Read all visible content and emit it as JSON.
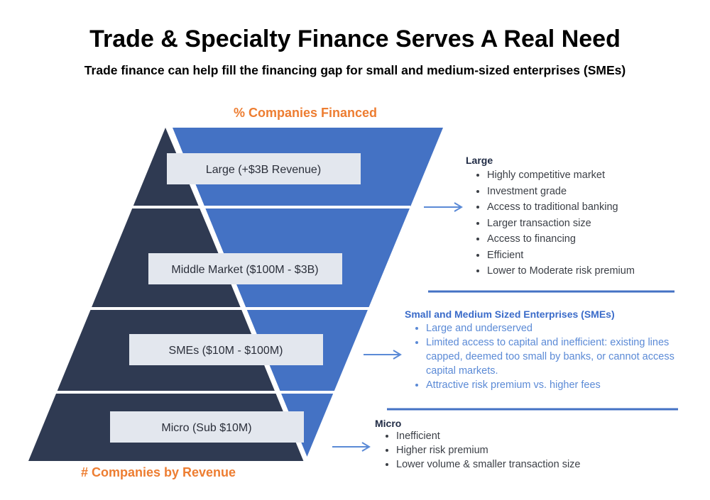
{
  "header": {
    "title": "Trade & Specialty Finance Serves A Real Need",
    "subtitle": "Trade finance can help fill the financing gap for small and medium-sized enterprises (SMEs)"
  },
  "diagram": {
    "top_label": "% Companies Financed",
    "bottom_label": "# Companies by Revenue",
    "tiers": [
      "Large (+$3B Revenue)",
      "Middle Market ($100M - $3B)",
      "SMEs ($10M - $100M)",
      "Micro (Sub $10M)"
    ],
    "colors": {
      "pyramid": "#2f3a52",
      "funnel": "#4472c4",
      "label_box": "#e3e7ee",
      "accent": "#ed7d31",
      "arrow": "#5b8ad6"
    }
  },
  "panels": {
    "large": {
      "heading": "Large",
      "items": [
        "Highly competitive market",
        "Investment grade",
        "Access to traditional banking",
        "Larger transaction size",
        "Access to financing",
        "Efficient",
        "Lower to Moderate risk premium"
      ]
    },
    "sme": {
      "heading": "Small and Medium Sized Enterprises (SMEs)",
      "items": [
        "Large and underserved",
        "Limited access to capital and inefficient: existing lines capped, deemed too small by banks, or cannot access capital markets.",
        "Attractive risk premium vs. higher fees"
      ]
    },
    "micro": {
      "heading": "Micro",
      "items": [
        "Inefficient",
        "Higher risk premium",
        "Lower volume & smaller transaction size"
      ]
    }
  }
}
